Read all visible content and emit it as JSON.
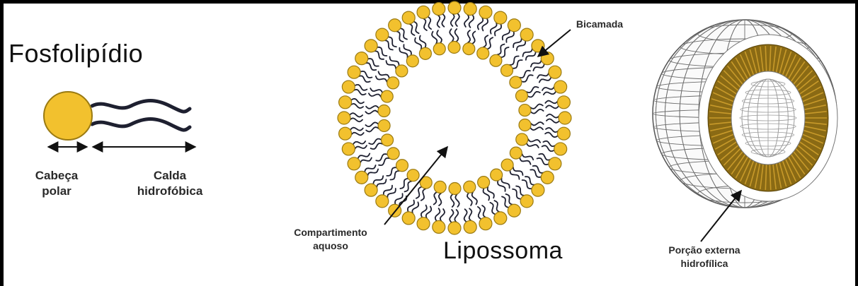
{
  "labels": {
    "title": "Fosfolipídio",
    "head_line1": "Cabeça",
    "head_line2": "polar",
    "tail_line1": "Calda",
    "tail_line2": "hidrofóbica",
    "bilayer": "Bicamada",
    "aqueous_line1": "Compartimento",
    "aqueous_line2": "aquoso",
    "liposome": "Lipossoma",
    "outer_line1": "Porção externa",
    "outer_line2": "hidrofílica"
  },
  "colors": {
    "head_fill": "#f2c12e",
    "head_stroke": "#9a7a12",
    "tail": "#1e2030",
    "core_ring": "#8a6a14",
    "sphere_line": "#6d6d6d",
    "arrow": "#111111"
  }
}
